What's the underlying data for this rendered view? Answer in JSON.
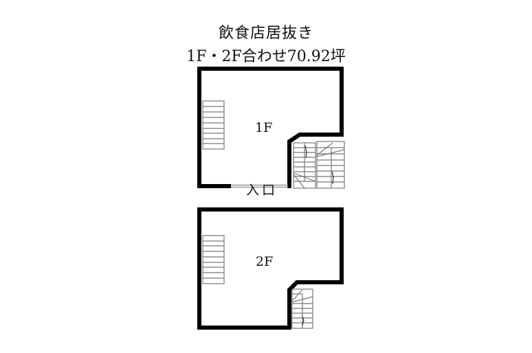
{
  "header": {
    "title": "飲食店居抜き",
    "subtitle": "1F・2F合わせ70.92坪"
  },
  "floors": [
    {
      "label": "1F",
      "entrance_label": "入口"
    },
    {
      "label": "2F"
    }
  ],
  "colors": {
    "wall": "#000000",
    "stair_line": "#777777",
    "entrance_line": "#999999",
    "background": "#ffffff"
  }
}
